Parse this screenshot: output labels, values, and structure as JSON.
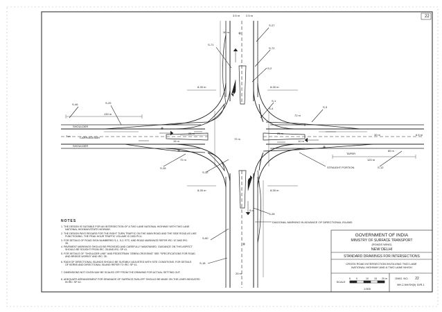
{
  "sheet_number": "22",
  "labels": {
    "shoulder": "SHOULDER",
    "carriageway": "CARRIAGEWAY",
    "taper": "TAPER",
    "straight_portion": "STRAIGHT PORTION",
    "diagonal_marking": "DIAGONAL MARKING IN ADVANCE OF DIRECTIONAL ISLAND"
  },
  "dimensions": {
    "d_30m": "30 m",
    "d_8_30m": "8-30 m",
    "d_72m": "72 m",
    "d_15m": "15 m",
    "d_25m": "25 m",
    "d_10m": "10 m",
    "d_5m": "5 m",
    "d_7m": "7 m",
    "d_20m": "20 m",
    "d_3_5m": "3.5 m",
    "d_2_5m": "2.5 m",
    "d_65m": "65 m",
    "d_120m": "120 m",
    "d_130m": "130 m",
    "d_6_5m": "6.5 m"
  },
  "callouts": [
    "S-46",
    "S-25",
    "S-71",
    "S-72",
    "S-2",
    "S-1",
    "S-4",
    "S-3",
    "S-27",
    "S-12",
    "S-28",
    "S-32",
    "S-28",
    "S-50",
    "S-18"
  ],
  "notes_title": "NOTES",
  "notes": [
    "THE DESIGN IS SUITABLE FOR AN INTERSECTION OF A TWO LANE NATIONAL HIGHWAY WITH TWO LANE NATIONAL HIGHWAY/STATE HIGHWAY.",
    "THE DESIGN PAYS REGARD FOR THE RIGHT TURN TRAFFIC ON THE MAIN ROAD AND THE SIDE ROAD AS LIKE FUNCTIONING. THE PEAK HOUR TRAFFIC VOLUME IS 1500 PCU.",
    "FOR DETAILS OF ROAD SIGN NUMBERED S-1, S-2, ETC. AND ROAD MARKINGS REFER IRC: 67 AND IRC: 35.",
    "PAVEMENT MARKINGS SHOULD BE PROVIDED AND CAREFULLY MAINTAINED. GUIDANCE ON THIS ASPECT SHOULD BE SOUGHT FROM IRC: 35 AND IRC: SP 41.",
    "FOR DETAILS OF \"SHOULDER LINE\" AND PEDESTRIAN \"ZEBRA CROSSING\" SEE \"SPECIFICATIONS FOR ROAD AND BRIDGE WORKS\" AND IRC: 35.",
    "RADII OF DIRECTIONAL ISLANDS SHOULD BE SUITABLY ADJUSTED WITH SITE CONDITIONS. FOR DETAILS OF KERBS AND DIRECTIONAL ISLAND REFER TO IRC: SP 41.",
    "DIMENSIONS NOT GIVEN MAY BE SCALED OFF FROM THE DRAWING FOR ACTUAL SETTING OUT.",
    "ADEQUATE ARRANGEMENT FOR DRAINAGE OF SURFACE RUN-OFF SHOULD BE MADE ON THE LINES INDICATED IN IRC: SP 42."
  ],
  "title_block": {
    "gov": "GOVERNMENT OF INDIA",
    "ministry": "MINISTRY OF SURFACE TRANSPORT",
    "wing": "(ROADS WING)",
    "city": "NEW DELHI",
    "series": "STANDARD DRAWINGS FOR INTERSECTIONS",
    "drawing_title": "CROSS ROAD INTERSECTION INVOLVING TWO LANE NATIONAL HIGHWAY AND A TWO LANE NH/SH",
    "dwg_no_label": "DWG. NO.",
    "dwg_no": "22",
    "ref": "MH-2-NH/SH(II) 19/R-1",
    "scale_label": "SCALE",
    "scale_ticks": [
      "5",
      "0",
      "10",
      "15",
      "20 m"
    ],
    "scale_ratio": "1:500"
  }
}
